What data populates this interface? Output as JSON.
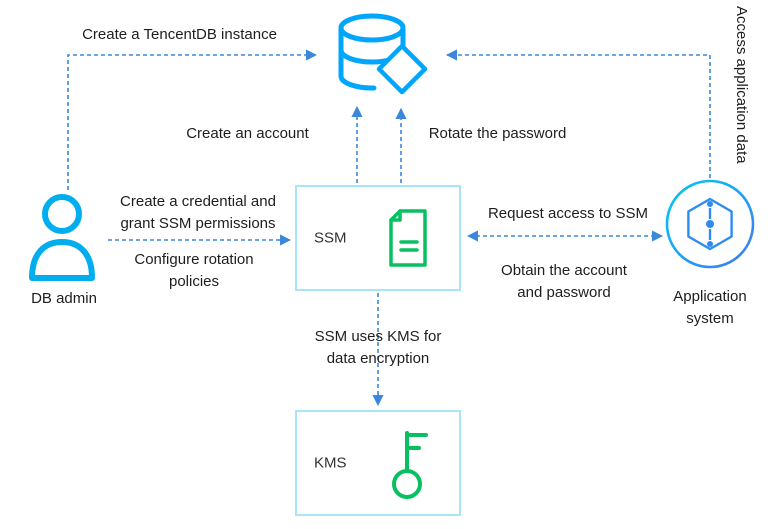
{
  "labels": {
    "create_instance": "Create a TencentDB instance",
    "create_account": "Create an account",
    "rotate_password": "Rotate the password",
    "access_app_data": "Access application data",
    "create_credential": "Create a credential and grant SSM permissions",
    "configure_rotation": "Configure rotation policies",
    "request_access": "Request access to SSM",
    "obtain_account": "Obtain the account and password",
    "ssm_uses_kms": "SSM uses KMS for data encryption",
    "db_admin": "DB admin",
    "application_system": "Application system"
  },
  "nodes": {
    "ssm": "SSM",
    "kms": "KMS"
  },
  "colors": {
    "arrow_blue": "#3a87dc",
    "database_cyan": "#00a6fb",
    "admin_cyan": "#00aeef",
    "box_border_cyan": "#a8e6f5",
    "icon_green": "#07c160",
    "text": "#1e1e1e"
  }
}
